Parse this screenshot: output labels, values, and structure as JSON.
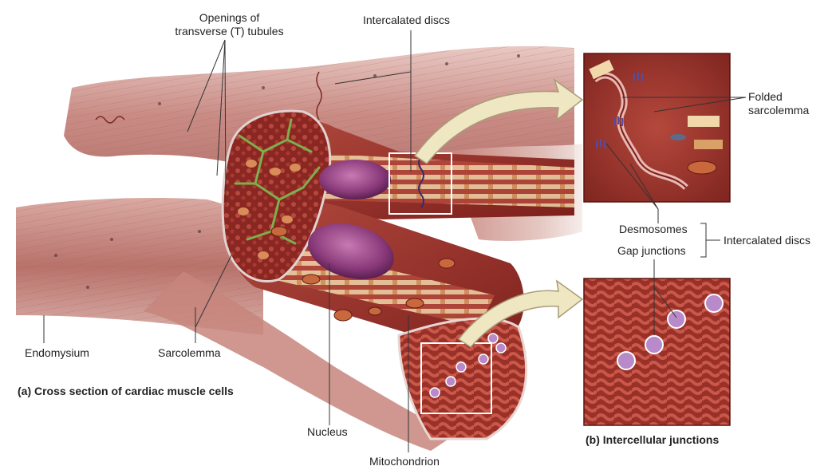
{
  "labels": {
    "t_tubules_line1": "Openings of",
    "t_tubules_line2": "transverse (T) tubules",
    "intercalated_discs_top": "Intercalated discs",
    "folded_line1": "Folded",
    "folded_line2": "sarcolemma",
    "desmosomes": "Desmosomes",
    "gap_junctions": "Gap junctions",
    "intercalated_discs_right": "Intercalated discs",
    "endomysium": "Endomysium",
    "sarcolemma": "Sarcolemma",
    "nucleus": "Nucleus",
    "mitochondrion": "Mitochondrion"
  },
  "captions": {
    "a": "(a) Cross section of cardiac muscle cells",
    "b": "(b) Intercellular junctions"
  },
  "colors": {
    "muscle_pale": "#d9a8a2",
    "muscle_mid": "#b8645c",
    "muscle_dark": "#7a1e1c",
    "cut_face": "#8e2a26",
    "nucleus": "#8a3a7a",
    "tubule_green": "#7fae4c",
    "arrow_fill": "#efe6c2",
    "gap_junction": "#b98ac9"
  }
}
